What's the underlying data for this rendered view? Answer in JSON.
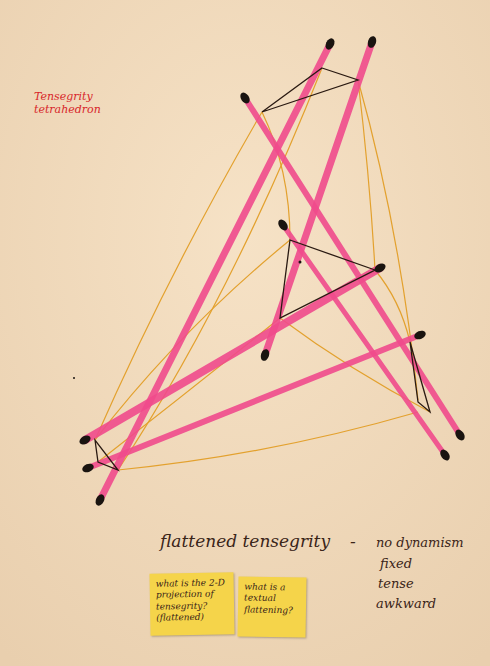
{
  "diagram": {
    "title": "Tensegrity tetrahedron",
    "nodes": [
      {
        "text": [
          "what is the 2-D projection of tensegrity? (flattened)"
        ]
      },
      {
        "text": [
          "what is a textual flattening?"
        ]
      }
    ],
    "labels": [
      "flattened tensegrity",
      "-",
      "no dynamism",
      "fixed",
      "tense",
      "awkward"
    ]
  }
}
